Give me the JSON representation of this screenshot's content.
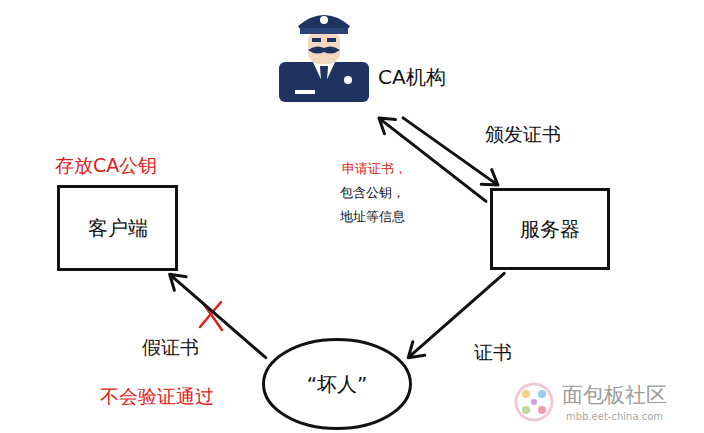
{
  "diagram": {
    "nodes": [
      {
        "text": [
          "CA机构"
        ]
      },
      {
        "text": [
          "客户端"
        ]
      },
      {
        "text": [
          "服务器"
        ]
      },
      {
        "text": [
          "“坏人”"
        ]
      }
    ],
    "edges": [
      {
        "from": 2,
        "to": 0,
        "arrow": "to",
        "label": "申请证书，"
      },
      {
        "from": 0,
        "to": 2,
        "arrow": "to",
        "label": "颁发证书"
      },
      {
        "from": 2,
        "to": 3,
        "arrow": "to",
        "label": "证书"
      },
      {
        "from": 3,
        "to": 1,
        "arrow": "to",
        "label": "假证书"
      }
    ],
    "labels": [
      "存放CA公钥",
      "包含公钥，",
      "地址等信息",
      "不会验证通过",
      "面包板社区",
      "mbb.eet-china.com"
    ]
  }
}
